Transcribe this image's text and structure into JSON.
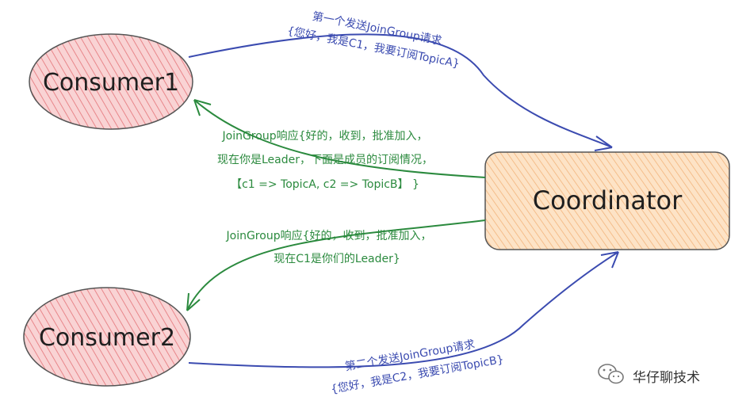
{
  "nodes": {
    "consumer1": "Consumer1",
    "consumer2": "Consumer2",
    "coordinator": "Coordinator"
  },
  "messages": {
    "c1_request": [
      "第一个发送JoinGroup请求",
      "{您好，我是C1，我要订阅TopicA}"
    ],
    "c1_response": [
      "JoinGroup响应{好的，收到，批准加入，",
      "现在你是Leader，下面是成员的订阅情况，",
      "【c1 => TopicA, c2 => TopicB】 }"
    ],
    "c2_response": [
      "JoinGroup响应{好的，收到，批准加入，",
      "现在C1是你们的Leader}"
    ],
    "c2_request": [
      "第二个发送JoinGroup请求",
      "{您好，我是C2，我要订阅TopicB}"
    ]
  },
  "watermark": "华仔聊技术",
  "colors": {
    "ellipse_fill": "#f7c6c7",
    "ellipse_hatch": "#e8868a",
    "coordinator_fill": "#fbd9b5",
    "coordinator_hatch": "#f0b27a",
    "blue": "#3b4bb0",
    "green": "#2b8a3e"
  }
}
